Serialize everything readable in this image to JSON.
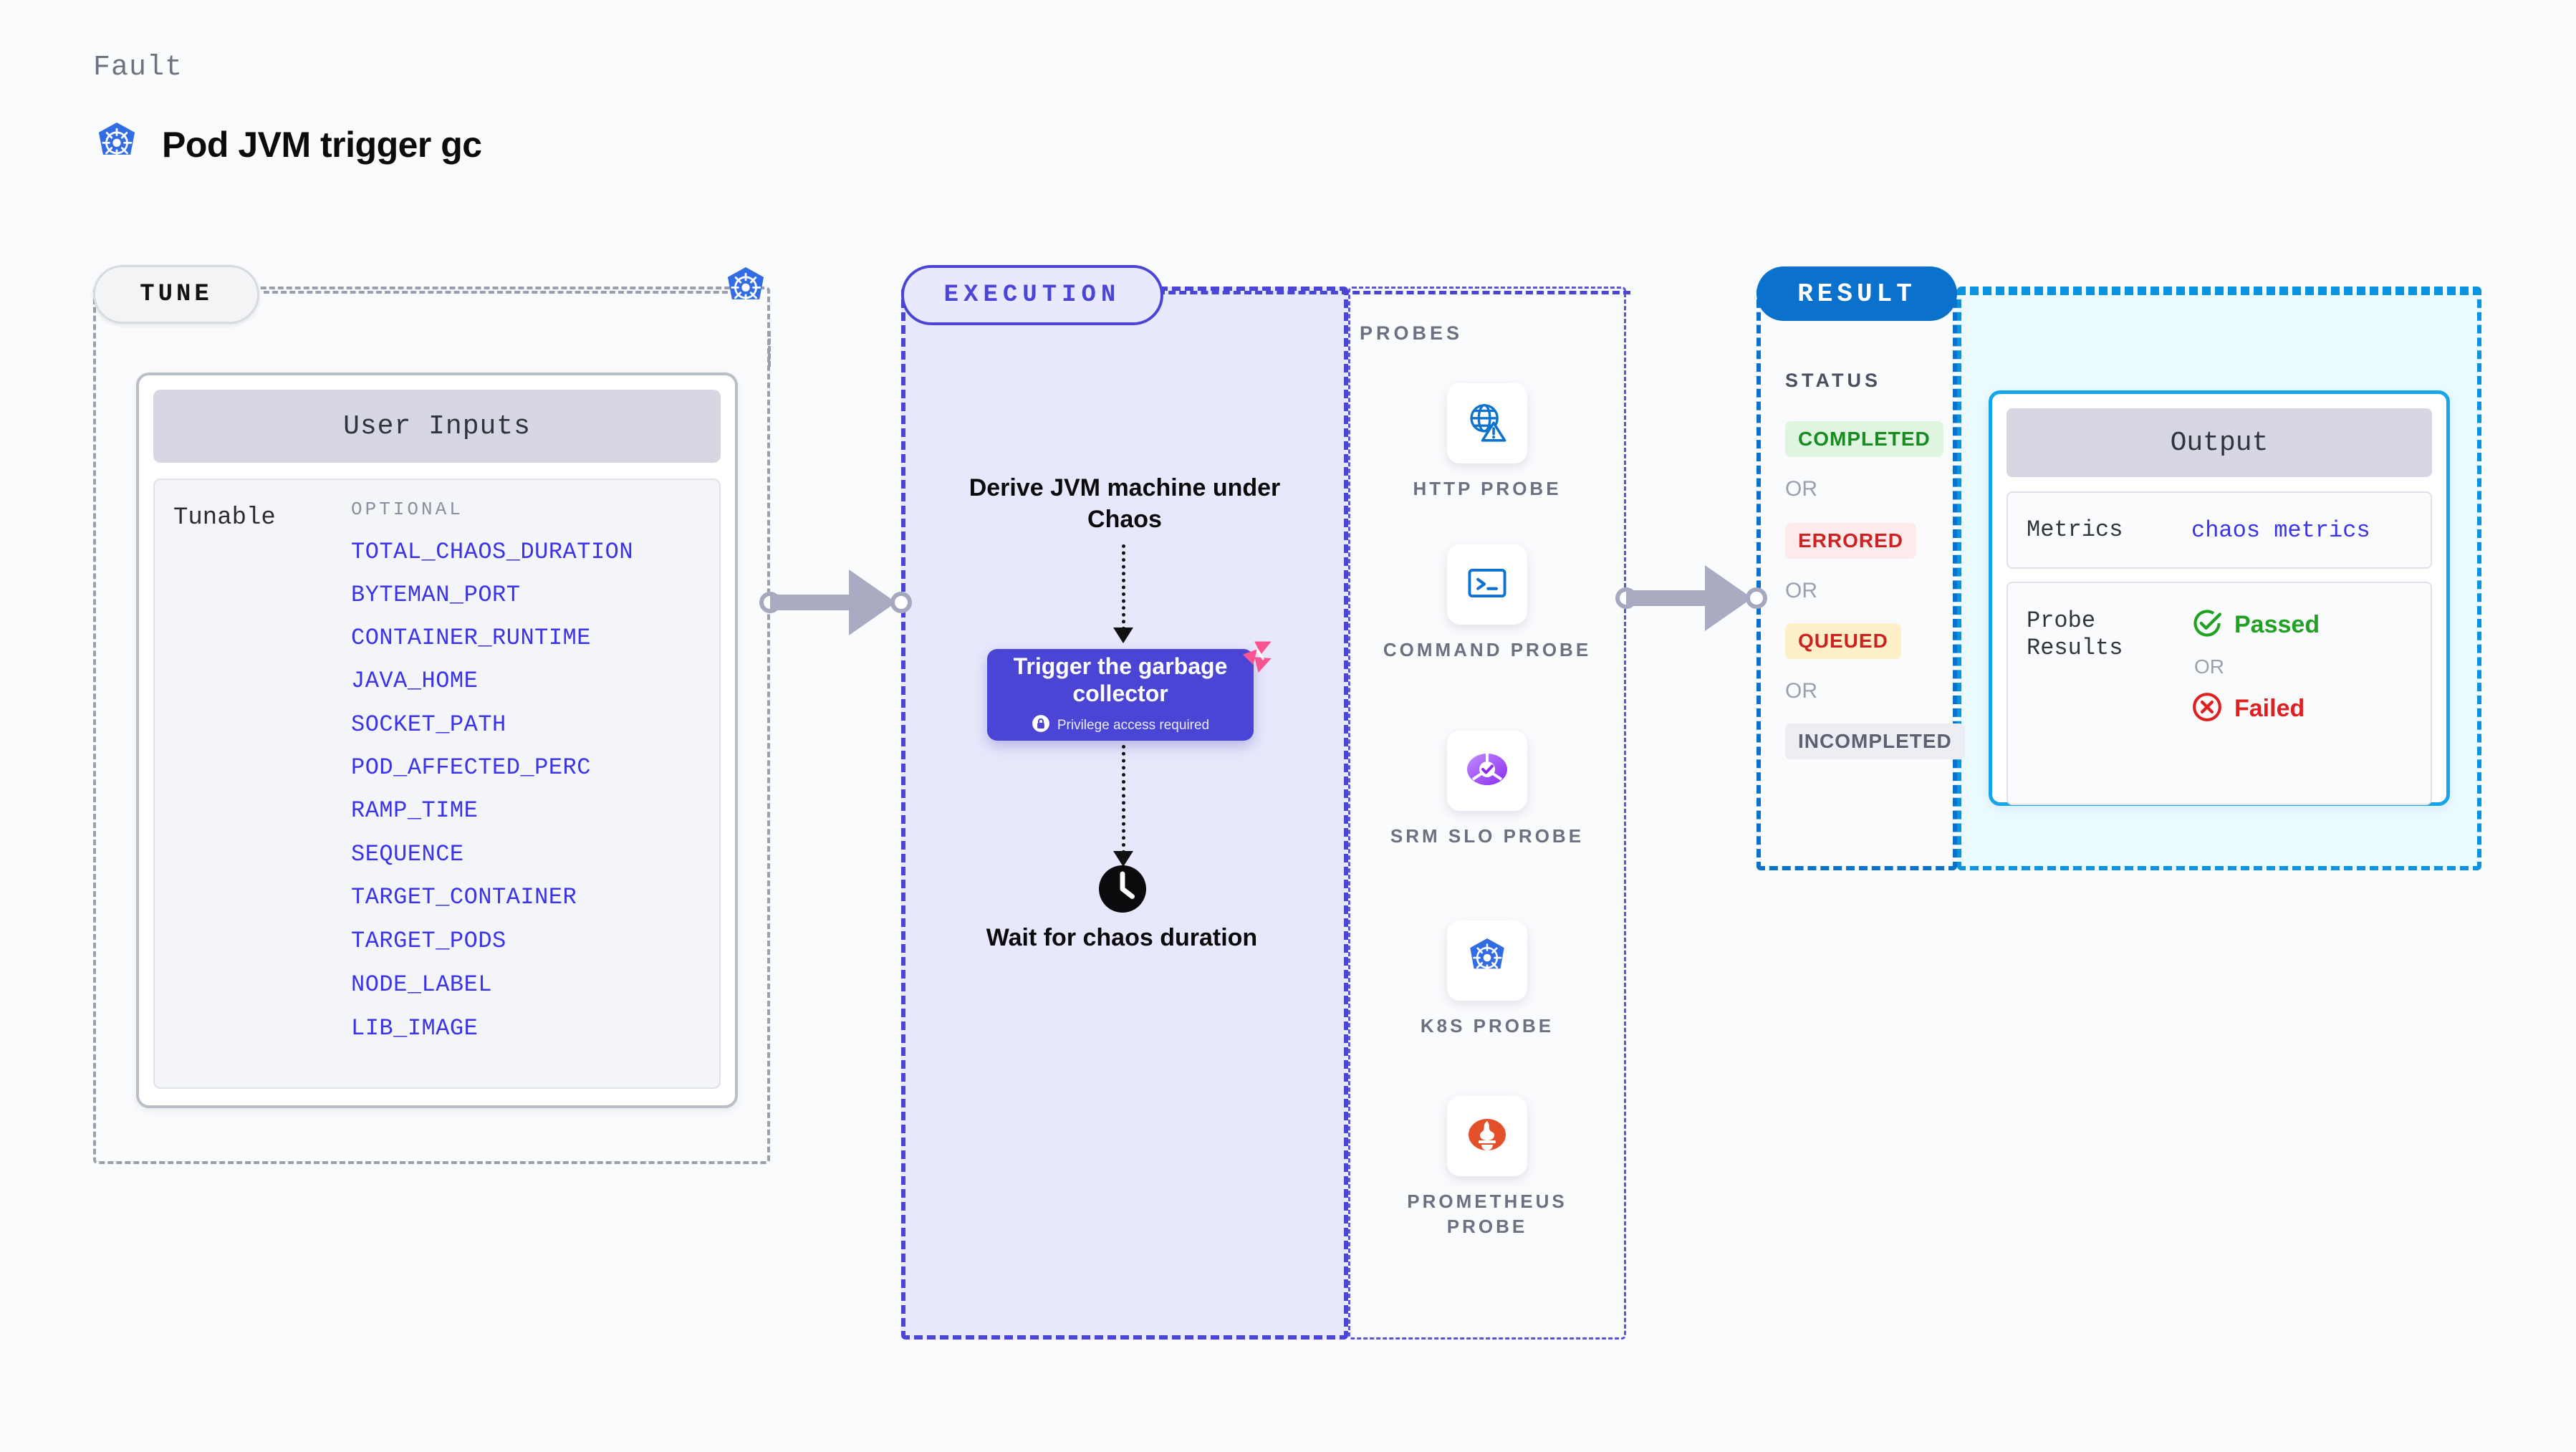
{
  "header": {
    "eyebrow": "Fault",
    "title": "Pod JVM trigger gc",
    "icon": "kubernetes-icon"
  },
  "tune": {
    "pill_label": "TUNE",
    "connector_icon": "kubernetes-icon",
    "user_inputs": {
      "header": "User Inputs",
      "group_label": "Tunable",
      "optional_label": "OPTIONAL",
      "tunables": [
        "TOTAL_CHAOS_DURATION",
        "BYTEMAN_PORT",
        "CONTAINER_RUNTIME",
        "JAVA_HOME",
        "SOCKET_PATH",
        "POD_AFFECTED_PERC",
        "RAMP_TIME",
        "SEQUENCE",
        "TARGET_CONTAINER",
        "TARGET_PODS",
        "NODE_LABEL",
        "LIB_IMAGE"
      ]
    }
  },
  "execution": {
    "pill_label": "EXECUTION",
    "step_derive": "Derive JVM machine under Chaos",
    "trigger_card": {
      "title": "Trigger the garbage collector",
      "badge_text": "Privilege access required",
      "badge_icon": "lock-icon",
      "corner_icon": "harness-logo-icon",
      "color": "#4a45d4"
    },
    "wait_step": {
      "icon": "clock-icon",
      "label": "Wait for chaos duration"
    }
  },
  "probes": {
    "title": "PROBES",
    "items": [
      {
        "label": "HTTP PROBE",
        "icon": "globe-warning-icon"
      },
      {
        "label": "COMMAND PROBE",
        "icon": "terminal-icon"
      },
      {
        "label": "SRM SLO PROBE",
        "icon": "srm-slo-icon"
      },
      {
        "label": "K8S PROBE",
        "icon": "kubernetes-icon"
      },
      {
        "label": "PROMETHEUS PROBE",
        "icon": "prometheus-icon"
      }
    ]
  },
  "result": {
    "pill_label": "RESULT",
    "status_title": "STATUS",
    "or_label": "OR",
    "statuses": [
      {
        "label": "COMPLETED",
        "text_color": "#1a8a22",
        "bg_color": "#dff5df"
      },
      {
        "label": "ERRORED",
        "text_color": "#cc2222",
        "bg_color": "#fdeaea"
      },
      {
        "label": "QUEUED",
        "text_color": "#cc2222",
        "bg_color": "#fdefc7"
      },
      {
        "label": "INCOMPLETED",
        "text_color": "#5c6070",
        "bg_color": "#eceef4"
      }
    ]
  },
  "output": {
    "header": "Output",
    "metrics_key": "Metrics",
    "metrics_value": "chaos metrics",
    "probe_results_key": "Probe Results",
    "or_label": "OR",
    "passed_label": "Passed",
    "passed_icon": "check-circle-icon",
    "passed_color": "#21a121",
    "failed_label": "Failed",
    "failed_icon": "x-circle-icon",
    "failed_color": "#e02020"
  }
}
